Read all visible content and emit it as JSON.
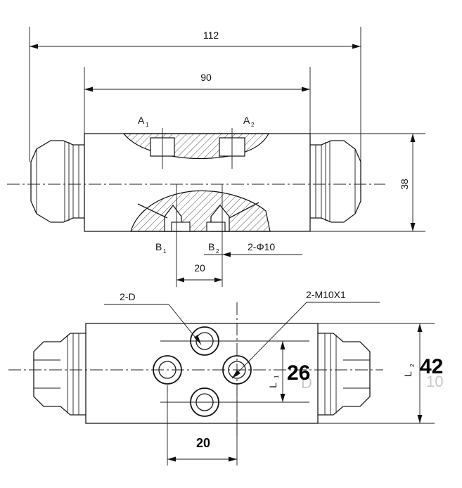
{
  "top_view": {
    "dim_overall": "112",
    "dim_body": "90",
    "dim_height": "38",
    "dim_port_pitch": "20",
    "port_a1": "A",
    "port_a1_sub": "1",
    "port_a2": "A",
    "port_a2_sub": "2",
    "port_b1": "B",
    "port_b1_sub": "1",
    "port_b2": "B",
    "port_b2_sub": "2",
    "bore_note": "2-Φ10"
  },
  "bottom_view": {
    "note_holes": "2-D",
    "note_threads": "2-M10X1",
    "dim_l1_label": "L",
    "dim_l1_sub": "1",
    "dim_l1_value": "26",
    "dim_l2_label": "L",
    "dim_l2_sub": "2",
    "dim_l2_value": "42",
    "dim_pitch": "20",
    "ghost_l1": "D",
    "ghost_l2": "10"
  }
}
